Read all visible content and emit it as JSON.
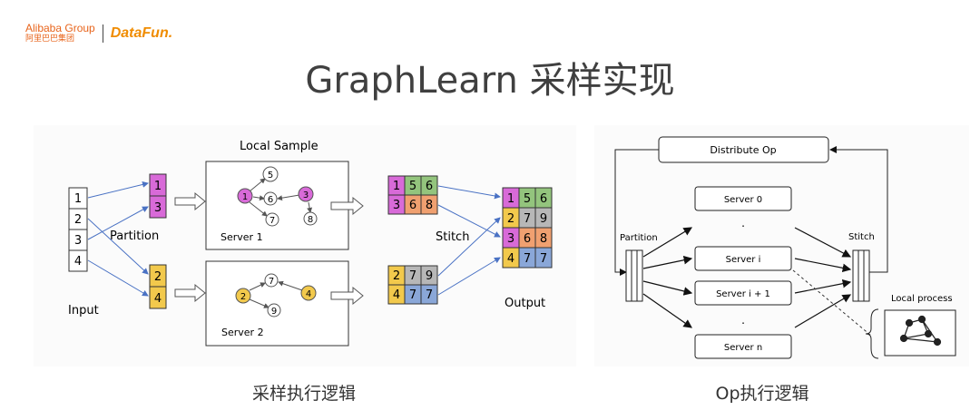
{
  "logo": {
    "alibaba_text": "Alibaba Group",
    "alibaba_cn": "阿里巴巴集团",
    "datafun_text": "DataFun."
  },
  "title": "GraphLearn 采样实现",
  "left_diagram": {
    "input_label": "Input",
    "partition_label": "Partition",
    "local_sample_label": "Local Sample",
    "stitch_label": "Stitch",
    "output_label": "Output",
    "input_cells": [
      "1",
      "2",
      "3",
      "4"
    ],
    "part1_cells": [
      "1",
      "3"
    ],
    "part2_cells": [
      "2",
      "4"
    ],
    "server1_label": "Server  1",
    "server2_label": "Server  2",
    "server1_nodes": [
      "1",
      "5",
      "6",
      "7",
      "3",
      "8"
    ],
    "server2_nodes": [
      "7",
      "2",
      "4",
      "9"
    ],
    "stitch_top": [
      [
        "1",
        "5",
        "6"
      ],
      [
        "3",
        "6",
        "8"
      ]
    ],
    "stitch_bottom": [
      [
        "2",
        "7",
        "9"
      ],
      [
        "4",
        "7",
        "7"
      ]
    ],
    "output": [
      [
        "1",
        "5",
        "6"
      ],
      [
        "2",
        "7",
        "9"
      ],
      [
        "3",
        "6",
        "8"
      ],
      [
        "4",
        "7",
        "7"
      ]
    ]
  },
  "right_diagram": {
    "distribute_op": "Distribute Op",
    "server_0": "Server 0",
    "server_i": "Server i",
    "server_i1": "Server i + 1",
    "server_n": "Server n",
    "dots": ".",
    "partition_label": "Partition",
    "stitch_label": "Stitch",
    "local_process_label": "Local process"
  },
  "captions": {
    "left": "采样执行逻辑",
    "right": "Op执行逻辑"
  },
  "colors": {
    "magenta": "#d86ad8",
    "yellow": "#f2c94c",
    "green": "#93c47d",
    "gray": "#b7b7b7",
    "orange": "#f0a070",
    "blue": "#8aa7d8",
    "arrow": "#4a72c4"
  }
}
